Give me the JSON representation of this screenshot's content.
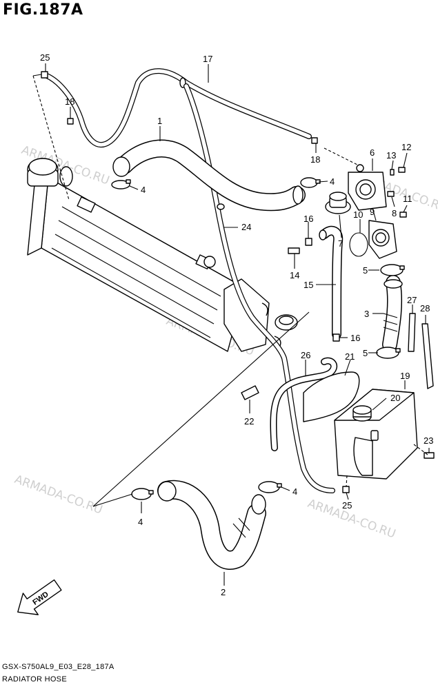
{
  "figure": {
    "title": "FIG.187A",
    "code": "GSX-S750AL9_E03_E28_187A",
    "name": "RADIATOR HOSE"
  },
  "watermark": "ARMADA-CO.RU",
  "fwd_label": "FWD",
  "part_numbers": {
    "p1": "1",
    "p2": "2",
    "p3": "3",
    "p4a": "4",
    "p4b": "4",
    "p4c": "4",
    "p4d": "4",
    "p5a": "5",
    "p5b": "5",
    "p6": "6",
    "p7": "7",
    "p8": "8",
    "p9": "9",
    "p10": "10",
    "p11": "11",
    "p12": "12",
    "p13": "13",
    "p14": "14",
    "p15": "15",
    "p16a": "16",
    "p16b": "16",
    "p17": "17",
    "p18a": "18",
    "p18b": "18",
    "p19": "19",
    "p20": "20",
    "p21": "21",
    "p22": "22",
    "p23": "23",
    "p24": "24",
    "p25a": "25",
    "p25b": "25",
    "p26": "26",
    "p27": "27",
    "p28": "28"
  },
  "colors": {
    "ink": "#000000",
    "watermark": "#cfcfcf",
    "background": "#ffffff"
  }
}
